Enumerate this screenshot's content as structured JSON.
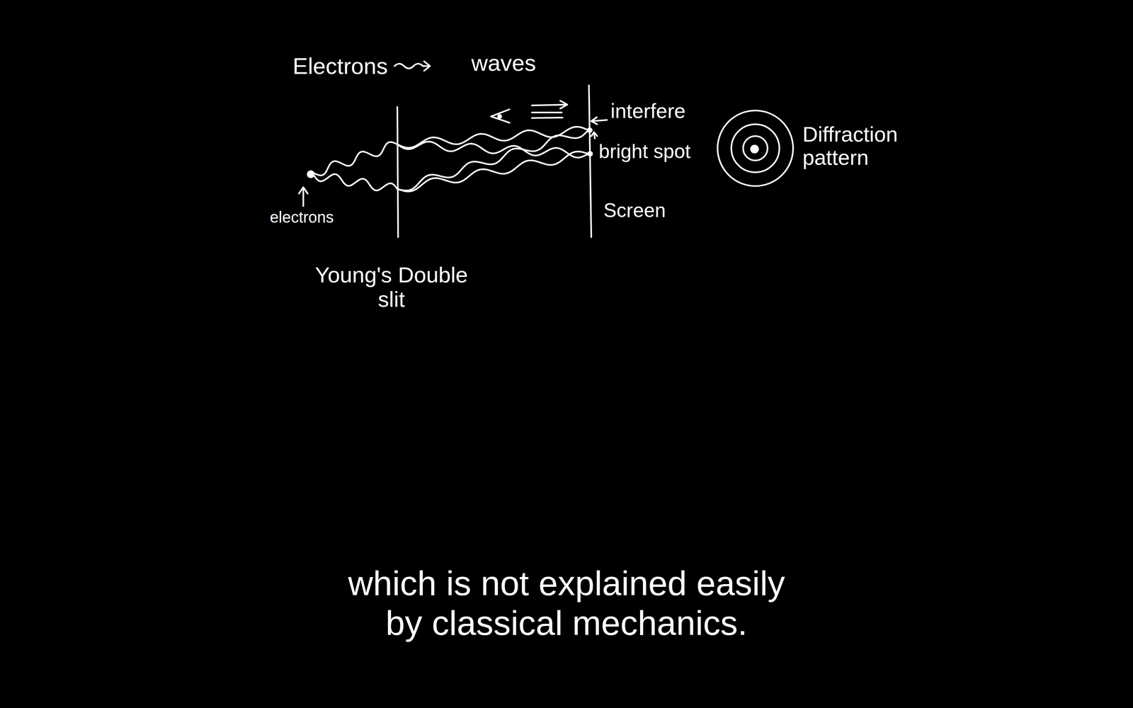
{
  "diagram": {
    "caption": "which is not explained easily by classical mechanics.",
    "labels": [
      "Electrons",
      "waves",
      "electrons",
      "interfere",
      "bright spot",
      "Screen",
      "Diffraction pattern",
      "Young's Double slit"
    ]
  }
}
